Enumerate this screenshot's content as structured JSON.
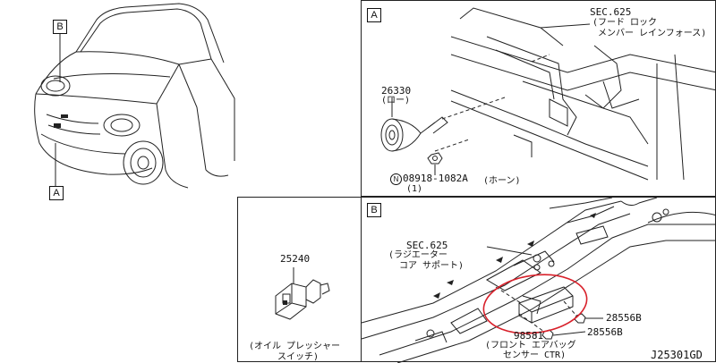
{
  "panels": {
    "car": {
      "callout_b": "B",
      "callout_a": "A"
    },
    "horn": {
      "tag": "A",
      "sec_ref": "SEC.625",
      "sec_sub1": "(フード ロック",
      "sec_sub2": "メンバー レインフォース)",
      "part_no": "26330",
      "part_sub": "(ロー)",
      "nut_marker": "N",
      "nut_no": "08918-1082A",
      "nut_qty": "(1)",
      "horn_caption": "(ホーン)"
    },
    "switch": {
      "part_no": "25240",
      "caption1": "(オイル プレッシャー",
      "caption2": "スイッチ)"
    },
    "sensor": {
      "tag": "B",
      "sec_ref": "SEC.625",
      "sec_sub1": "(ラジエーター",
      "sec_sub2": "コア サポート)",
      "bolt1": "28556B",
      "bolt2": "28556B",
      "part_no": "98581",
      "caption1": "(フロント エアバッグ",
      "caption2": "センサー CTR)"
    }
  },
  "diagram_id": "J25301GD",
  "colors": {
    "line": "#222222",
    "highlight": "#d8202a"
  }
}
